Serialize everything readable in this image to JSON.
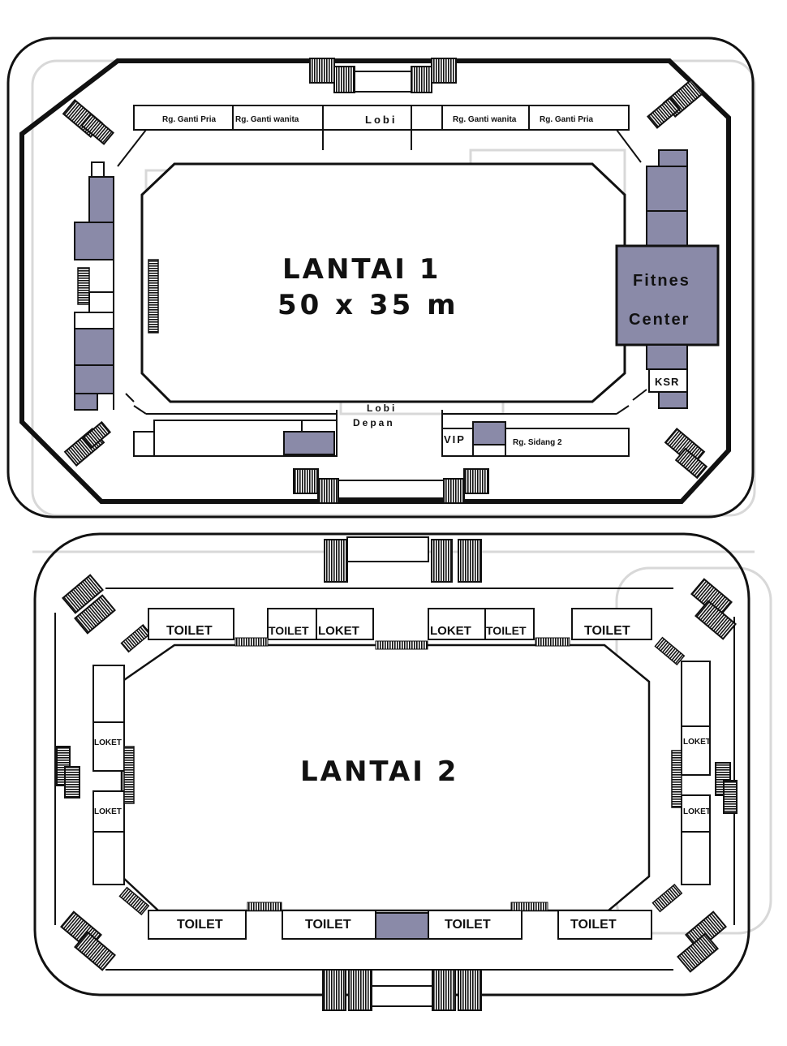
{
  "floor1": {
    "title": "LANTAI 1",
    "size": "50 x 35 m",
    "rooms": {
      "ganti_pria_left": "Rg. Ganti Pria",
      "ganti_wanita_left": "Rg. Ganti wanita",
      "lobi": "Lobi",
      "ganti_wanita_right": "Rg. Ganti wanita",
      "ganti_pria_right": "Rg. Ganti Pria",
      "fitnes_line1": "Fitnes",
      "fitnes_line2": "Center",
      "ksr": "KSR",
      "lobi_depan_line1": "Lobi",
      "lobi_depan_line2": "Depan",
      "vip": "VIP",
      "sidang": "Rg. Sidang 2"
    }
  },
  "floor2": {
    "title": "LANTAI 2",
    "rooms": {
      "top_toilet_1": "TOILET",
      "top_toilet_2": "TOILET",
      "top_loket_1": "LOKET",
      "top_loket_2": "LOKET",
      "top_toilet_3": "TOILET",
      "top_toilet_4": "TOILET",
      "left_loket_1": "LOKET",
      "left_loket_2": "LOKET",
      "right_loket_1": "LOKET",
      "right_loket_2": "LOKET",
      "bottom_toilet_1": "TOILET",
      "bottom_toilet_2": "TOILET",
      "bottom_toilet_3": "TOILET",
      "bottom_toilet_4": "TOILET"
    }
  },
  "colors": {
    "room_fill": "#8a8aa8",
    "line": "#111111",
    "faint": "#d6d6d6"
  }
}
